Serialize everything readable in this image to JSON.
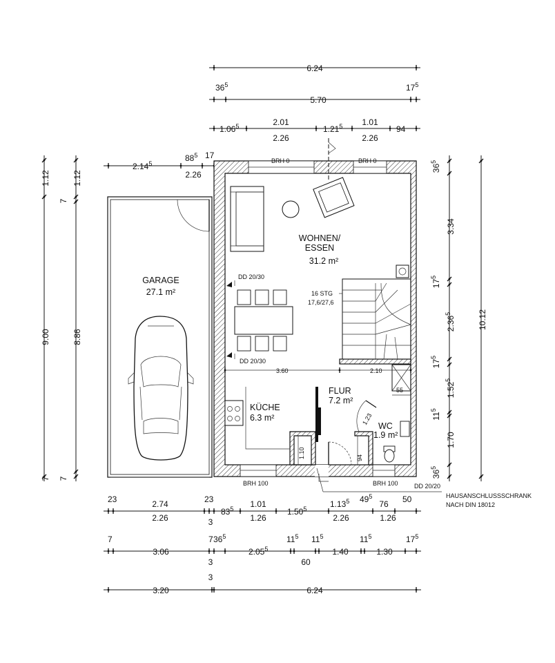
{
  "rooms": {
    "wohnen_line1": "WOHNEN/",
    "wohnen_line2": "ESSEN",
    "wohnen_area": "31.2 m²",
    "garage": "GARAGE",
    "garage_area": "27.1 m²",
    "kueche": "KÜCHE",
    "kueche_area": "6.3 m²",
    "flur": "FLUR",
    "flur_area": "7.2 m²",
    "wc": "WC",
    "wc_area": "1.9 m²"
  },
  "annotations": {
    "brh0_left": "BRH 0",
    "brh0_right": "BRH 0",
    "brh100_left": "BRH 100",
    "brh100_right": "BRH 100",
    "dd_top": "DD 20/30",
    "dd_bottom": "DD 20/30",
    "dd_corner": "DD 20/20",
    "stairs_line1": "16 STG",
    "stairs_line2": "17,6/27,6",
    "hak_line1": "HAUSANSCHLUSSSCHRANK",
    "hak_line2": "NACH DIN 18012",
    "inner_360": "3.60",
    "inner_210": "2.10",
    "inner_55": "55",
    "inner_123": "1.23",
    "inner_110": "1.10",
    "inner_94": "94"
  },
  "dims_top": {
    "overall": "6.24",
    "r2_left": "36",
    "r2_left_sup": "5",
    "r2_mid": "5.70",
    "r2_right": "17",
    "r2_right_sup": "5",
    "r3_a": "1.06",
    "r3_a_sup": "5",
    "r3_b_top": "2.01",
    "r3_b_bot": "2.26",
    "r3_c": "1.21",
    "r3_c_sup": "5",
    "r3_d_top": "1.01",
    "r3_d_bot": "2.26",
    "r3_e": "94",
    "garage_a": "2.14",
    "garage_a_sup": "5",
    "garage_b": "88",
    "garage_b_sup": "5",
    "garage_c": "17",
    "garage_d": "2.26"
  },
  "dims_left": {
    "outer_top": "1.12",
    "outer_main": "9.00",
    "outer_bottom": "7",
    "inner_top": "1.12",
    "inner_7": "7",
    "inner_main": "8.86",
    "inner_bottom": "7"
  },
  "dims_right": {
    "inner": [
      "36",
      "3.34",
      "17",
      "2.36",
      "17",
      "1.52",
      "11",
      "1.70",
      "36"
    ],
    "inner_sup": [
      "5",
      "",
      "5",
      "5",
      "5",
      "5",
      "5",
      "",
      "5"
    ],
    "outer": "10.12"
  },
  "dims_bottom": {
    "r1_top": [
      "23",
      "23",
      "83",
      "49",
      "50"
    ],
    "r1_top_sup": [
      "",
      "",
      "5",
      "5",
      ""
    ],
    "r1_top_b": [
      "2.74",
      "1.01",
      "1.13",
      "76"
    ],
    "r1_top_b_sup": [
      "",
      "",
      "5",
      ""
    ],
    "r1_bot": [
      "2.26",
      "3",
      "1.26",
      "1.50",
      "2.26",
      "1.26"
    ],
    "r1_bot_sup": [
      "",
      "",
      "",
      "5",
      "",
      ""
    ],
    "r2_top": [
      "7",
      "7",
      "36",
      "11",
      "11",
      "11",
      "17"
    ],
    "r2_top_sup": [
      "",
      "",
      "5",
      "5",
      "5",
      "5",
      "5"
    ],
    "r2_bot": [
      "3.06",
      "3",
      "2.05",
      "1.40",
      "1.30",
      "60"
    ],
    "r2_bot_sup": [
      "",
      "",
      "5",
      "",
      "",
      ""
    ],
    "r3_3": "3",
    "r3_left": "3.20",
    "r3_right": "6.24"
  }
}
